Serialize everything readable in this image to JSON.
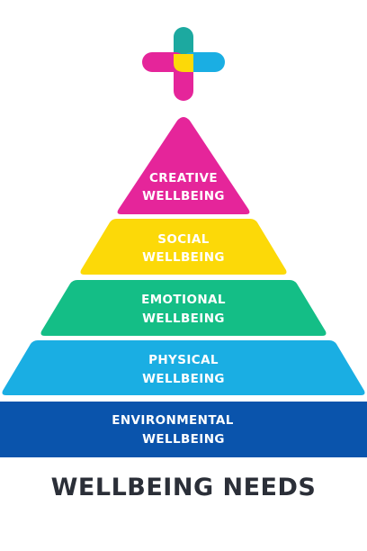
{
  "pyramid": {
    "tiers": [
      {
        "line1": "CREATIVE",
        "line2": "WELLBEING",
        "color": "#e5259a"
      },
      {
        "line1": "SOCIAL",
        "line2": "WELLBEING",
        "color": "#fcd908"
      },
      {
        "line1": "EMOTIONAL",
        "line2": "WELLBEING",
        "color": "#14be86"
      },
      {
        "line1": "PHYSICAL",
        "line2": "WELLBEING",
        "color": "#1aaee3"
      },
      {
        "line1": "ENVIRONMENTAL",
        "line2": "WELLBEING",
        "color": "#0a54ac"
      }
    ]
  },
  "footer": {
    "title": "WELLBEING NEEDS"
  },
  "logo": {
    "icon": "plus-cross-icon",
    "colors": {
      "top": "#1ca9a0",
      "left": "#e5259a",
      "right": "#1aaee3",
      "bottom": "#e5259a",
      "center": "#fcd908"
    }
  }
}
